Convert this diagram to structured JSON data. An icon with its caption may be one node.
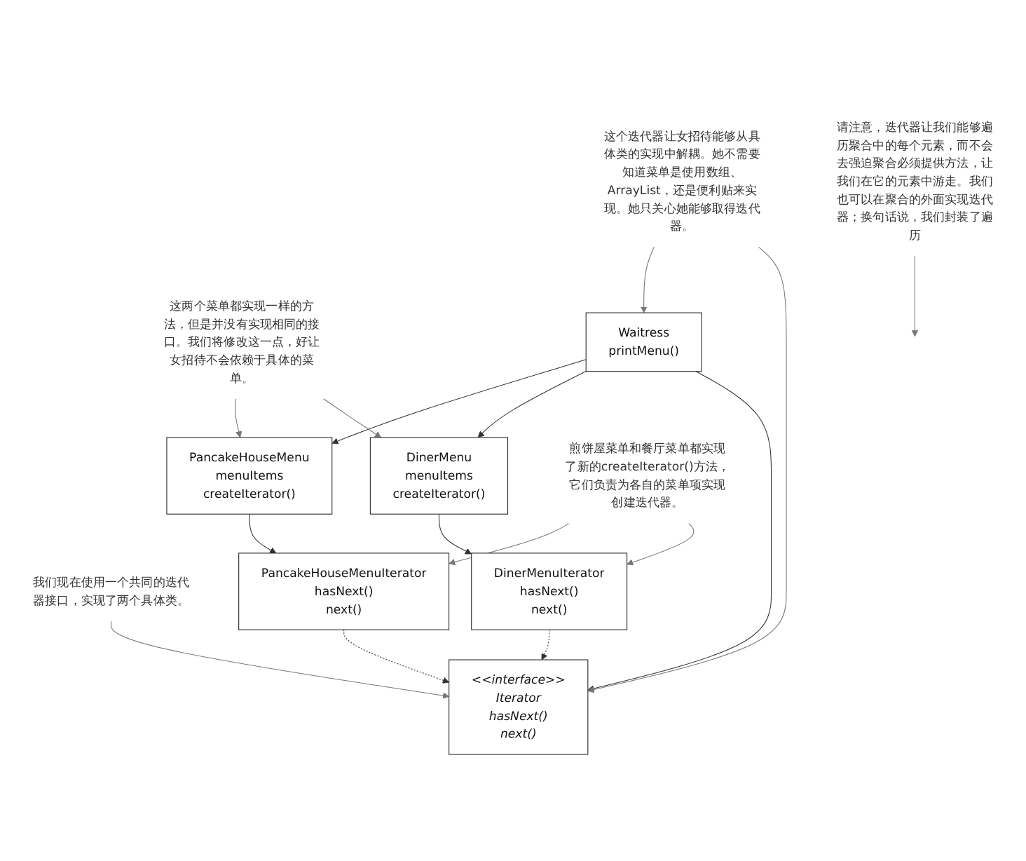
{
  "diagram": {
    "nodes": [
      {
        "text": [
          "这两个菜单都实现一样的方法，但是并没有实现相同的接口。我们将修改这一点，好让女招待不会依赖于具体的菜单。"
        ]
      },
      {
        "text": [
          "这个迭代器让女招待能够从具体类的实现中解耦。她不需要知道菜单是使用数组、ArrayList，还是便利贴来实现。她只关心她能够取得迭代器。"
        ]
      },
      {
        "text": [
          "我们现在使用一个共同的迭代器接口，实现了两个具体类。"
        ]
      },
      {
        "text": [
          "PancakeHouseMenu",
          "menuItems",
          "createIterator()"
        ]
      },
      {
        "text": [
          "Waitress",
          "printMenu()"
        ]
      },
      {
        "text": [
          "<<interface>>",
          "Iterator",
          "hasNext()",
          "next()"
        ]
      },
      {
        "text": [
          "DinerMenu",
          "menuItems",
          "createIterator()"
        ]
      },
      {
        "text": [
          "PancakeHouseMenuIterator",
          "hasNext()",
          "next()"
        ]
      },
      {
        "text": [
          "DinerMenuIterator",
          "hasNext()",
          "next()"
        ]
      },
      {
        "text": [
          "请注意，迭代器让我们能够遍历聚合中的每个元素，而不会去强迫聚合必须提供方法，让我们在它的元素中游走。我们也可以在聚合的外面实现迭代器；换句话说，我们封装了遍历"
        ]
      },
      {
        "text": [
          "煎饼屋菜单和餐厅菜单都实现了新的createIterator()方法，它们负责为各自的菜单项实现创建迭代器。"
        ]
      }
    ],
    "edges": [
      {
        "from": 4,
        "to": 3,
        "arrow": "to"
      },
      {
        "from": 4,
        "to": 6,
        "arrow": "to"
      },
      {
        "from": 4,
        "to": 5,
        "arrow": "to"
      },
      {
        "from": 7,
        "to": 5,
        "arrow": "to",
        "style": "dashed"
      },
      {
        "from": 8,
        "to": 5,
        "arrow": "to",
        "style": "dashed"
      },
      {
        "from": 3,
        "to": 7,
        "arrow": "to"
      },
      {
        "from": 6,
        "to": 8,
        "arrow": "to"
      },
      {
        "from": 0,
        "to": 3,
        "arrow": "to"
      },
      {
        "from": 0,
        "to": 6,
        "arrow": "to"
      },
      {
        "from": 1,
        "to": 4,
        "arrow": "to"
      },
      {
        "from": 1,
        "to": 5,
        "arrow": "to"
      },
      {
        "from": 2,
        "to": 5,
        "arrow": "to"
      },
      {
        "from": 9,
        "to": null,
        "arrow": "to"
      },
      {
        "from": 10,
        "to": 7,
        "arrow": "to"
      },
      {
        "from": 10,
        "to": 8,
        "arrow": "to"
      }
    ]
  }
}
